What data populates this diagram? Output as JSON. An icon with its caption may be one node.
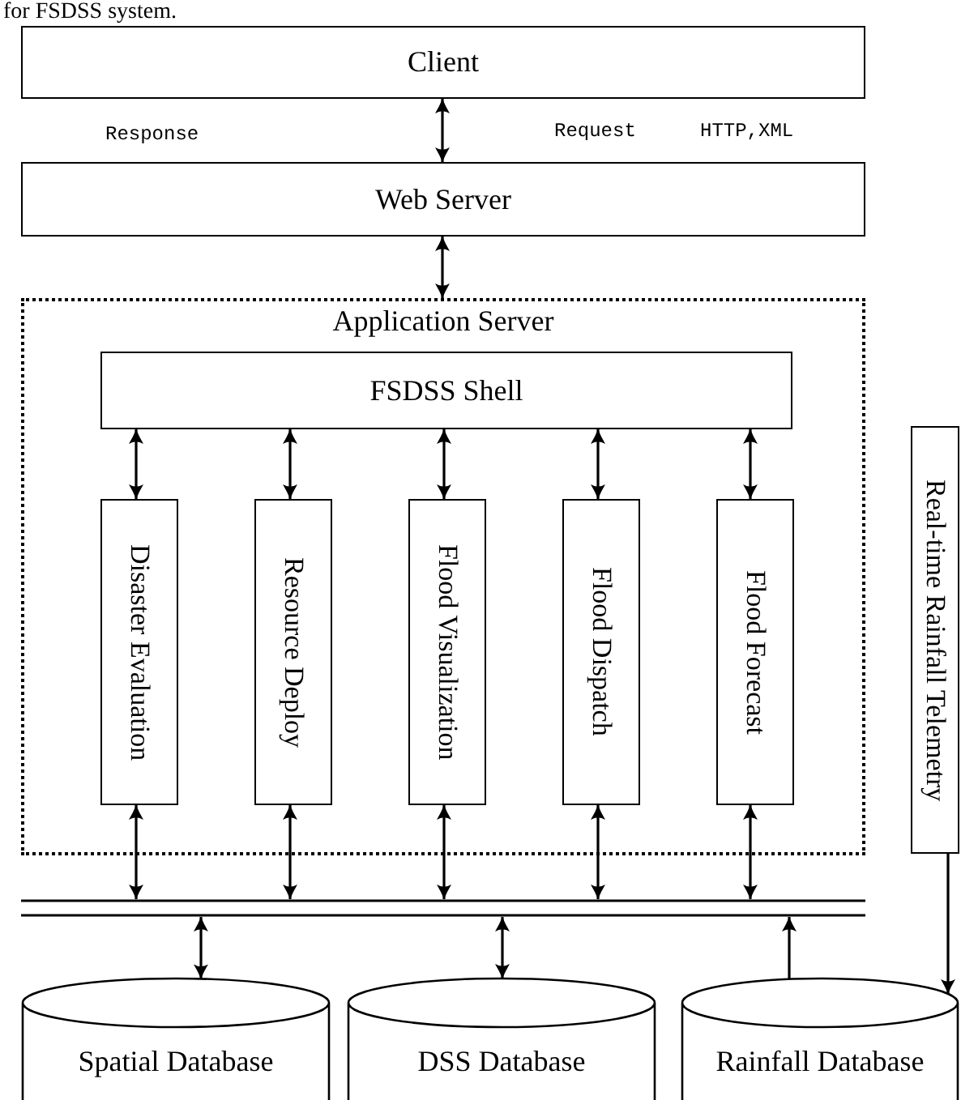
{
  "diagram": {
    "nodes": [
      {
        "text": [
          "Client"
        ]
      },
      {
        "text": [
          "Web Server"
        ]
      },
      {
        "text": [
          "Application Server"
        ]
      },
      {
        "text": [
          "FSDSS Shell"
        ],
        "in": 2
      },
      {
        "text": [
          "Disaster Evaluation"
        ],
        "in": 2
      },
      {
        "text": [
          "Resource Deploy"
        ],
        "in": 2
      },
      {
        "text": [
          "Flood Visualization"
        ],
        "in": 2
      },
      {
        "text": [
          "Flood Dispatch"
        ],
        "in": 2
      },
      {
        "text": [
          "Flood Forecast"
        ],
        "in": 2
      },
      {
        "text": [],
        "shape": "bar"
      },
      {
        "text": [
          "Real-time Rainfall Telemetry"
        ]
      },
      {
        "text": [
          "Spatial Database"
        ]
      },
      {
        "text": [
          "DSS Database"
        ]
      },
      {
        "text": [
          "Rainfall Database"
        ]
      }
    ],
    "edges": [
      {
        "from": 0,
        "to": 1,
        "arrow": "both"
      },
      {
        "from": 1,
        "to": 2,
        "arrow": "both"
      },
      {
        "from": 3,
        "to": 4,
        "arrow": "both"
      },
      {
        "from": 3,
        "to": 5,
        "arrow": "both"
      },
      {
        "from": 3,
        "to": 6,
        "arrow": "both"
      },
      {
        "from": 3,
        "to": 7,
        "arrow": "both"
      },
      {
        "from": 3,
        "to": 8,
        "arrow": "both"
      },
      {
        "from": 4,
        "to": 9,
        "arrow": "both"
      },
      {
        "from": 5,
        "to": 9,
        "arrow": "both"
      },
      {
        "from": 6,
        "to": 9,
        "arrow": "both"
      },
      {
        "from": 7,
        "to": 9,
        "arrow": "both"
      },
      {
        "from": 8,
        "to": 9,
        "arrow": "both"
      },
      {
        "from": 11,
        "to": 9,
        "arrow": "both"
      },
      {
        "from": 12,
        "to": 9,
        "arrow": "both"
      },
      {
        "from": 13,
        "to": 9,
        "arrow": "to"
      },
      {
        "from": 10,
        "to": 13,
        "arrow": "to"
      }
    ],
    "labels": [
      "for FSDSS system.",
      "Response",
      "Request",
      "HTTP,XML"
    ]
  }
}
